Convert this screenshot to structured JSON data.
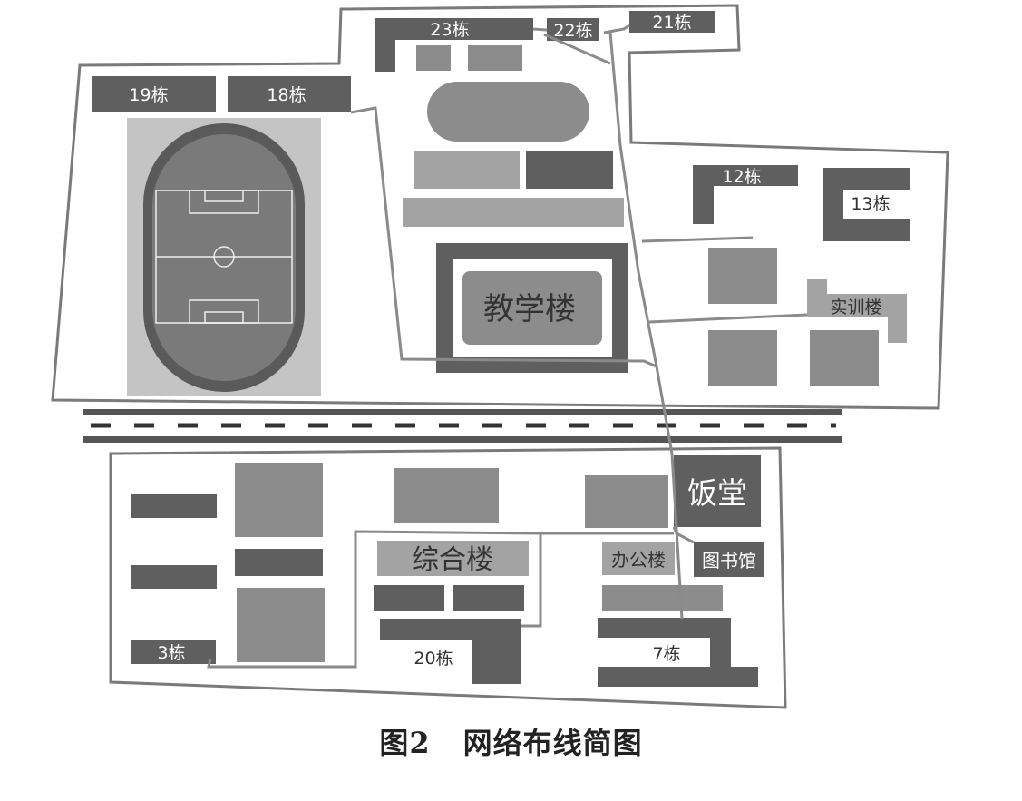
{
  "colors": {
    "boundary": "#7a7a7a",
    "dark_building": "#5f5f5f",
    "mid_building": "#8c8c8c",
    "light_building": "#a3a3a3",
    "field_bg": "#c4c4c4",
    "track": "#5a5a5a",
    "pitch": "#7a7a7a",
    "road": "#555555",
    "cable": "#8a8a8a"
  },
  "buildings": {
    "b23": "23栋",
    "b22": "22栋",
    "b21": "21栋",
    "b19": "19栋",
    "b18": "18栋",
    "b12": "12栋",
    "b13": "13栋",
    "teaching": "教学楼",
    "training": "实训楼",
    "canteen": "饭堂",
    "complex": "综合楼",
    "office": "办公楼",
    "library": "图书馆",
    "b3": "3栋",
    "b20": "20栋",
    "b7": "7栋"
  },
  "caption": {
    "figure": "图2",
    "title": "网络布线简图"
  }
}
